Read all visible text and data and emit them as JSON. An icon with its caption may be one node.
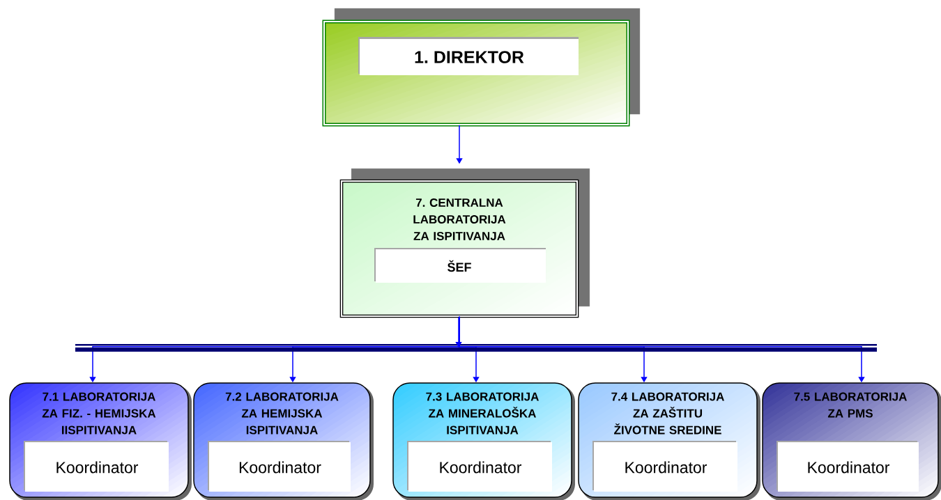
{
  "diagram": {
    "nodes": [
      {
        "text": [
          "1. DIREKTOR"
        ]
      },
      {
        "text": [
          "7. CENTRALNA LABORATORIJA ZA ISPITIVANJA",
          "ŠEF"
        ]
      },
      {
        "text": [
          "7.1 LABORATORIJA ZA FIZ. - HEMIJSKA IISPITIVANJA",
          "Koordinator"
        ]
      },
      {
        "text": [
          "7.2 LABORATORIJA ZA HEMIJSKA ISPITIVANJA",
          "Koordinator"
        ]
      },
      {
        "text": [
          "7.3 LABORATORIJA ZA MINERALOŠKA ISPITIVANJA",
          "Koordinator"
        ]
      },
      {
        "text": [
          "7.4 LABORATORIJA ZA ZAŠTITU ŽIVOTNE SREDINE",
          "Koordinator"
        ]
      },
      {
        "text": [
          "7.5 LABORATORIJA ZA PMS",
          "Koordinator"
        ]
      }
    ],
    "edges": [
      {
        "from": 0,
        "to": 1,
        "arrow": "to"
      },
      {
        "from": 1,
        "to": 2,
        "arrow": "to"
      },
      {
        "from": 1,
        "to": 3,
        "arrow": "to"
      },
      {
        "from": 1,
        "to": 4,
        "arrow": "to"
      },
      {
        "from": 1,
        "to": 5,
        "arrow": "to"
      },
      {
        "from": 1,
        "to": 6,
        "arrow": "to"
      }
    ]
  }
}
